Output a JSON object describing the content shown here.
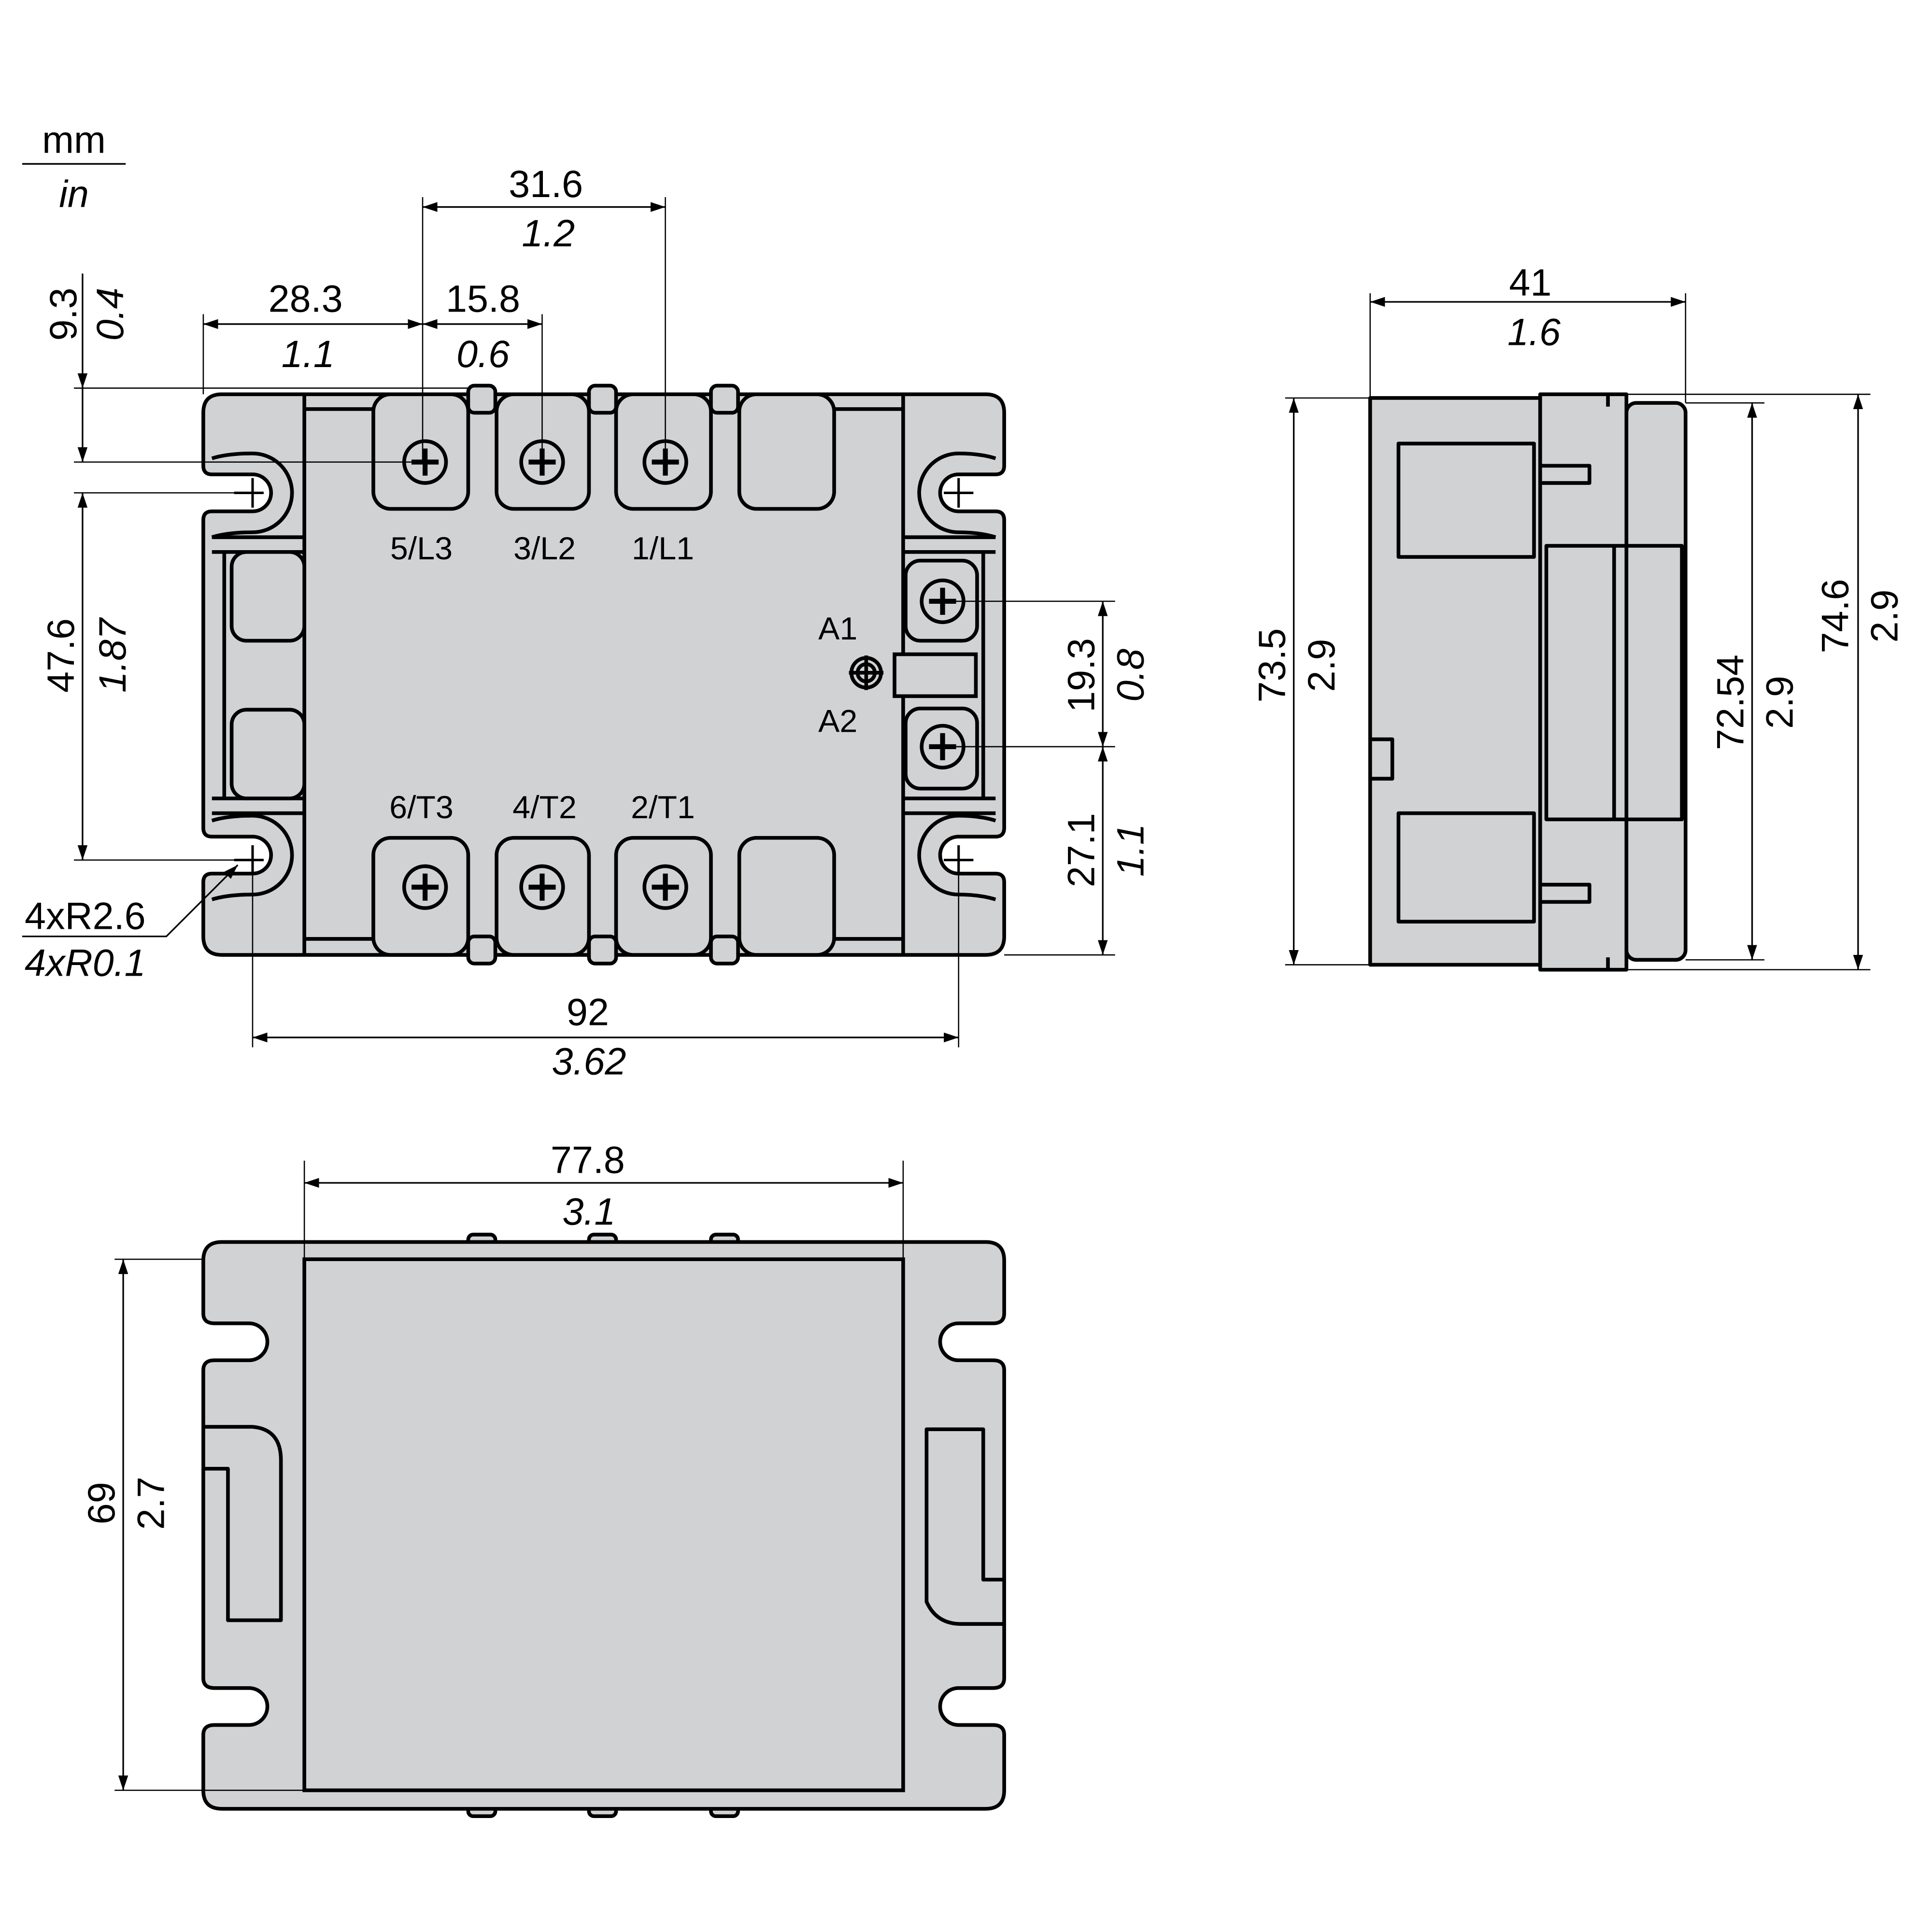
{
  "units": {
    "primary": "mm",
    "secondary": "in"
  },
  "top_view": {
    "terminals_top": [
      "5/L3",
      "3/L2",
      "1/L1"
    ],
    "terminals_bottom": [
      "6/T3",
      "4/T2",
      "2/T1"
    ],
    "control": [
      "A1",
      "A2"
    ],
    "dims": {
      "d31_6": {
        "mm": "31.6",
        "in": "1.2"
      },
      "d28_3": {
        "mm": "28.3",
        "in": "1.1"
      },
      "d15_8": {
        "mm": "15.8",
        "in": "0.6"
      },
      "d9_3": {
        "mm": "9.3",
        "in": "0.4"
      },
      "d47_6": {
        "mm": "47.6",
        "in": "1.87"
      },
      "radius": {
        "mm": "4xR2.6",
        "in": "4xR0.1"
      },
      "d92": {
        "mm": "92",
        "in": "3.62"
      },
      "d19_3": {
        "mm": "19.3",
        "in": "0.8"
      },
      "d27_1": {
        "mm": "27.1",
        "in": "1.1"
      }
    }
  },
  "side_view": {
    "dims": {
      "d41": {
        "mm": "41",
        "in": "1.6"
      },
      "d73_5": {
        "mm": "73.5",
        "in": "2.9"
      },
      "d72_54": {
        "mm": "72.54",
        "in": "2.9"
      },
      "d74_6": {
        "mm": "74.6",
        "in": "2.9"
      }
    }
  },
  "bottom_view": {
    "dims": {
      "d77_8": {
        "mm": "77.8",
        "in": "3.1"
      },
      "d69": {
        "mm": "69",
        "in": "2.7"
      }
    }
  },
  "colors": {
    "body": "#d1d2d4",
    "line": "#000000"
  }
}
